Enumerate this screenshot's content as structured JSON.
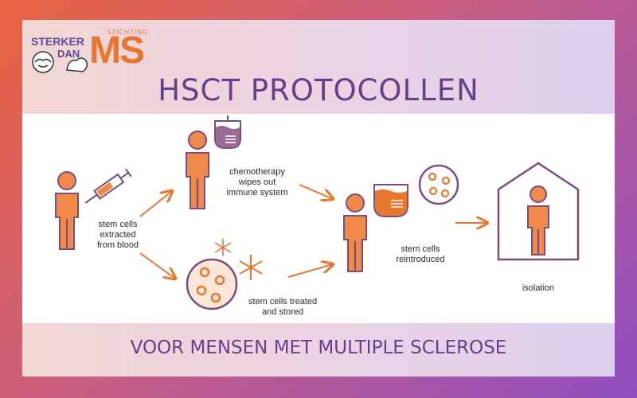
{
  "logo": {
    "stichting": "STICHTING",
    "sterker": "STERKER",
    "dan": "DAN",
    "ms": "MS"
  },
  "title": "HSCT PROTOCOLLEN",
  "subtitle": "VOOR MENSEN MET MULTIPLE SCLEROSE",
  "steps": {
    "extracted": "stem cells\nextracted\nfrom blood",
    "chemo": "chemotherapy\nwipes out\nimmune system",
    "treated": "stem cells treated\nand stored",
    "reintroduced": "stem cells\nreintroduced",
    "isolation": "isolation"
  },
  "colors": {
    "orange": "#e8762f",
    "purple": "#7a4d7c",
    "title": "#6a3d8a"
  }
}
